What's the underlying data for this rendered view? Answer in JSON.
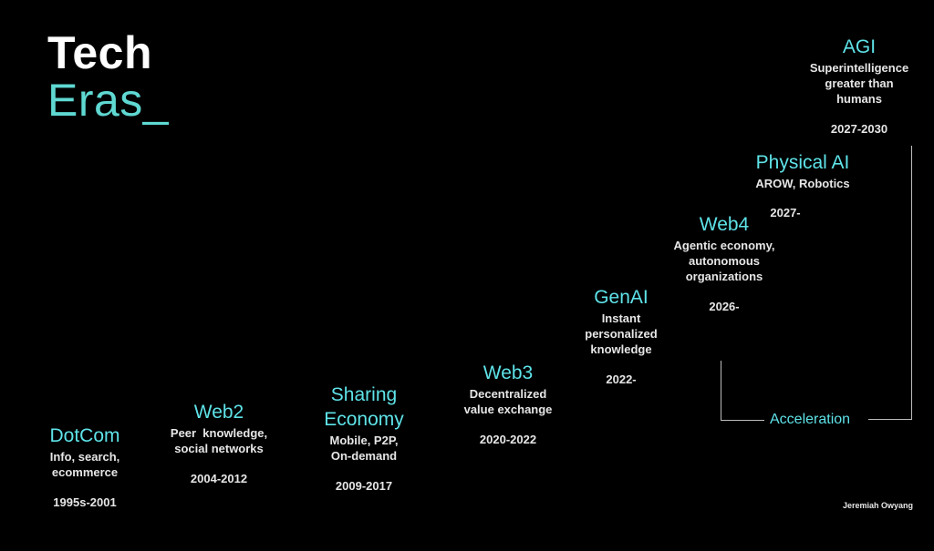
{
  "title": {
    "line1": "Tech",
    "line2": "Eras_"
  },
  "colors": {
    "background": "#000000",
    "title_primary": "#ffffff",
    "title_accent": "#5fd8d2",
    "era_name": "#5ee3e8",
    "body_text": "#e6e6e6",
    "bracket_line": "#bdbdbd"
  },
  "eras": [
    {
      "name": "DotCom",
      "desc": [
        "Info, search,",
        "ecommerce"
      ],
      "years": "1995s-2001"
    },
    {
      "name": "Web2",
      "desc": [
        "Peer  knowledge,",
        "social networks"
      ],
      "years": "2004-2012"
    },
    {
      "name": "Sharing Economy",
      "name_lines": [
        "Sharing",
        "Economy"
      ],
      "desc": [
        "Mobile, P2P,",
        "On-demand"
      ],
      "years": "2009-2017"
    },
    {
      "name": "Web3",
      "desc": [
        "Decentralized",
        "value exchange"
      ],
      "years": "2020-2022"
    },
    {
      "name": "GenAI",
      "desc": [
        "Instant",
        "personalized",
        "knowledge"
      ],
      "years": "2022-"
    },
    {
      "name": "Web4",
      "desc": [
        "Agentic economy,",
        "autonomous",
        "organizations"
      ],
      "years": "2026-"
    },
    {
      "name": "Physical AI",
      "desc": [
        "AROW, Robotics"
      ],
      "years": "2027-"
    },
    {
      "name": "AGI",
      "desc": [
        "Superintelligence",
        "greater than",
        "humans"
      ],
      "years": "2027-2030"
    }
  ],
  "bracket": {
    "label": "Acceleration"
  },
  "credit": "Jeremiah Owyang"
}
